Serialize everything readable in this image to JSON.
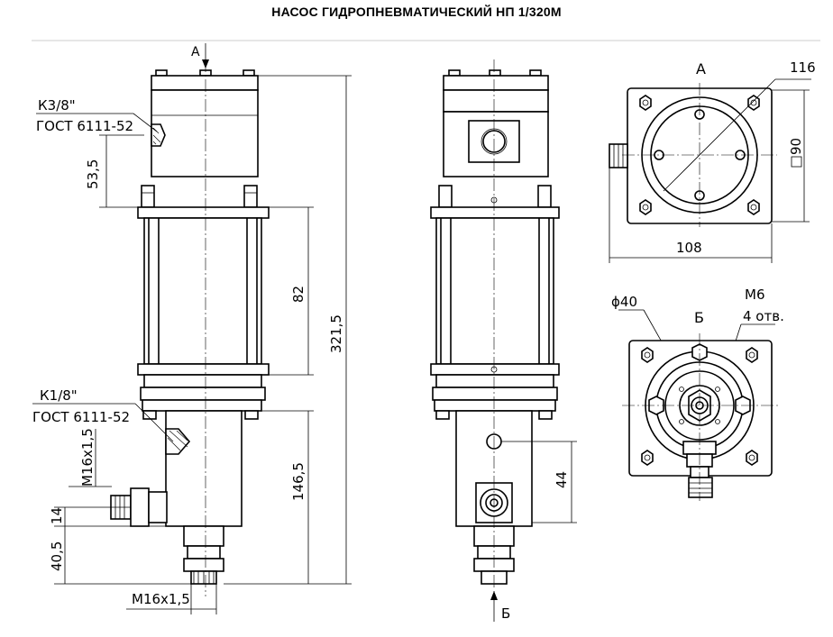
{
  "title": "НАСОС ГИДРОПНЕВМАТИЧЕСКИЙ НП 1/320М",
  "labels": {
    "view_a_arrow": "А",
    "view_b_arrow": "Б",
    "view_a_title": "А",
    "view_b_title": "Б",
    "port_top_thread": "К3/8\"",
    "port_top_std": "ГОСТ 6111-52",
    "port_bottom_thread": "К1/8\"",
    "port_bottom_std": "ГОСТ 6111-52",
    "dim_53_5": "53,5",
    "dim_82": "82",
    "dim_321_5": "321,5",
    "dim_146_5": "146,5",
    "dim_m16_side": "M16x1,5",
    "dim_14": "14",
    "dim_40_5": "40,5",
    "dim_m16_bottom": "M16x1,5",
    "dim_44": "44",
    "dim_116": "116",
    "dim_90": "90",
    "dim_108": "108",
    "dim_d40": "ϕ40",
    "dim_m6": "М6",
    "dim_4holes": "4 отв."
  }
}
